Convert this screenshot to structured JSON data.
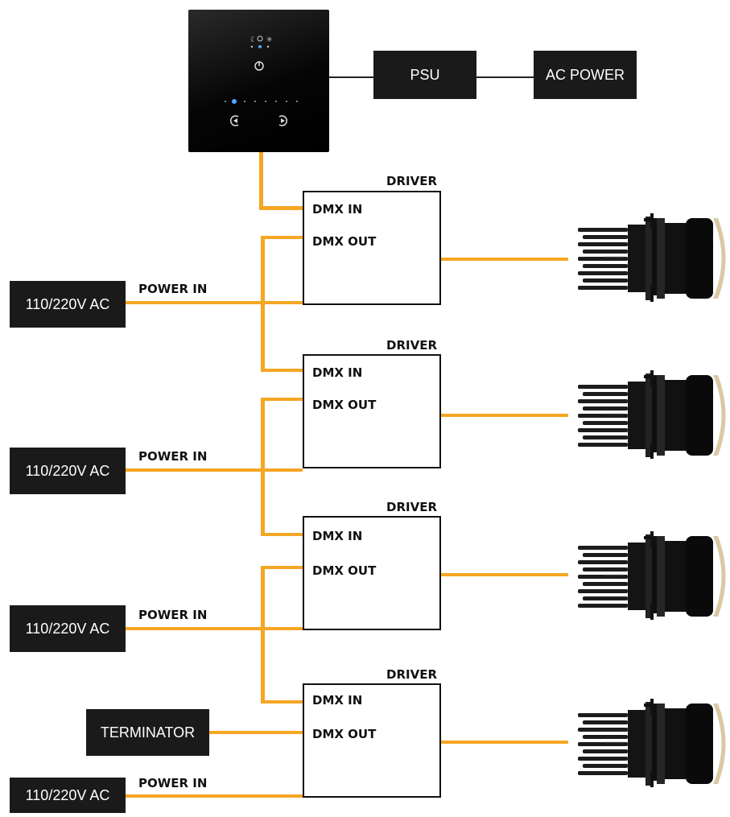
{
  "controller": {
    "icon": "wall-touch-panel",
    "buttons": [
      "power-icon",
      "previous-icon",
      "next-icon"
    ]
  },
  "psu": {
    "label": "PSU"
  },
  "ac_power": {
    "label": "AC POWER"
  },
  "drivers": [
    {
      "title": "DRIVER",
      "dmx_in": "DMX IN",
      "dmx_out": "DMX OUT"
    },
    {
      "title": "DRIVER",
      "dmx_in": "DMX IN",
      "dmx_out": "DMX OUT"
    },
    {
      "title": "DRIVER",
      "dmx_in": "DMX IN",
      "dmx_out": "DMX OUT"
    },
    {
      "title": "DRIVER",
      "dmx_in": "DMX IN",
      "dmx_out": "DMX OUT"
    }
  ],
  "power_sources": [
    {
      "label": "110/220V AC",
      "power_label": "POWER IN"
    },
    {
      "label": "110/220V AC",
      "power_label": "POWER IN"
    },
    {
      "label": "110/220V AC",
      "power_label": "POWER IN"
    },
    {
      "label": "110/220V AC",
      "power_label": "POWER IN"
    }
  ],
  "terminator": {
    "label": "TERMINATOR"
  },
  "colors": {
    "wire": "#f5a623",
    "box": "#1a1a1a",
    "border": "#111111"
  },
  "fixture_icon": "underwater-light-fixture-icon"
}
